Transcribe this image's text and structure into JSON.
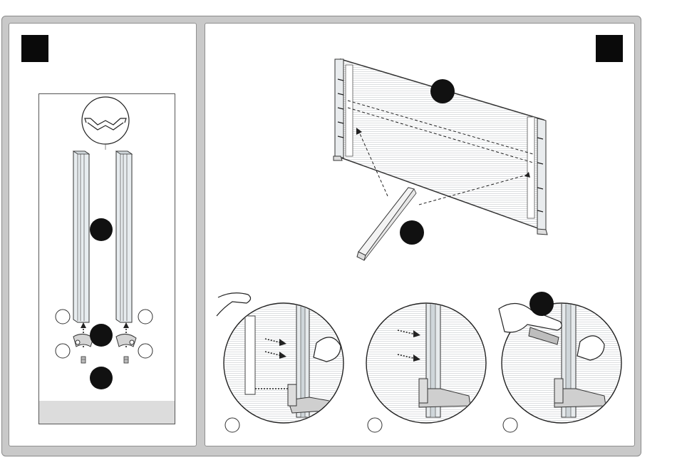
{
  "page": {
    "background": "#ffffff",
    "sheet_color": "#c9c9c9",
    "panel_color": "#ffffff",
    "marker_color": "#0a0a0a",
    "footer_color": "#dcdcdc"
  },
  "icons": [
    "step-marker-left",
    "step-marker-right",
    "post-profile-detail-icon",
    "aluminium-post",
    "base-bracket",
    "screw",
    "mesh-panel",
    "bottom-rail",
    "hand-icon",
    "arrow-icon"
  ]
}
